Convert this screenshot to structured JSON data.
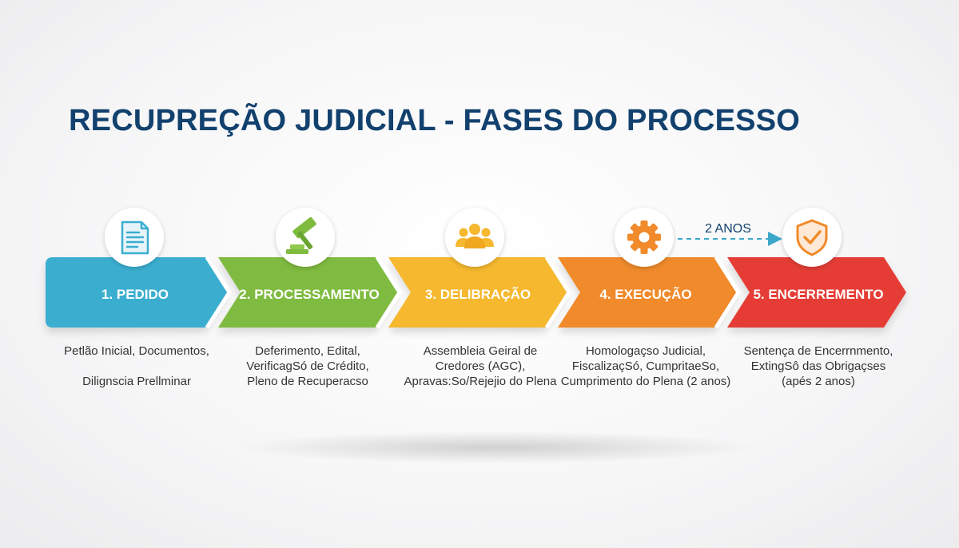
{
  "title": "RECUPREÇÃO JUDICIAL - FASES DO PROCESSO",
  "timeline_note": "2 ANOS",
  "colors": {
    "title": "#12416e",
    "arrow_dashed": "#3aa7c8"
  },
  "phases": [
    {
      "label": "1. PEDIDO",
      "icon": "document-icon",
      "color": "#3aaed0",
      "lines": [
        "Petlão Inicial, Documentos,",
        "Dilignscia Prellminar"
      ]
    },
    {
      "label": "2. PROCESSAMENTO",
      "icon": "gavel-icon",
      "color": "#7fbb3f",
      "lines": [
        "Deferimento, Edital,",
        "VerificagSó de Crédito,",
        "Pleno de Recuperacso"
      ]
    },
    {
      "label": "3. DELIBRAÇÃO",
      "icon": "people-icon",
      "color": "#f5b82e",
      "lines": [
        "Assembleia Geiral de",
        "Credores (AGC),",
        "Apravas:So/Rejejio do Plena"
      ]
    },
    {
      "label": "4. EXECUÇÃO",
      "icon": "gear-icon",
      "color": "#f08a2b",
      "lines": [
        "Homologaçso Judicial,",
        "FiscalizaçSó, CumpritaeSo,",
        "Cumprimento do Plena (2 anos)"
      ]
    },
    {
      "label": "5. ENCERREMENTO",
      "icon": "shield-check-icon",
      "color": "#e53d34",
      "lines": [
        "Sentença de Encerrnmento,",
        "ExtingSô das Obrigaçses",
        "(apés 2 anos)"
      ]
    }
  ]
}
